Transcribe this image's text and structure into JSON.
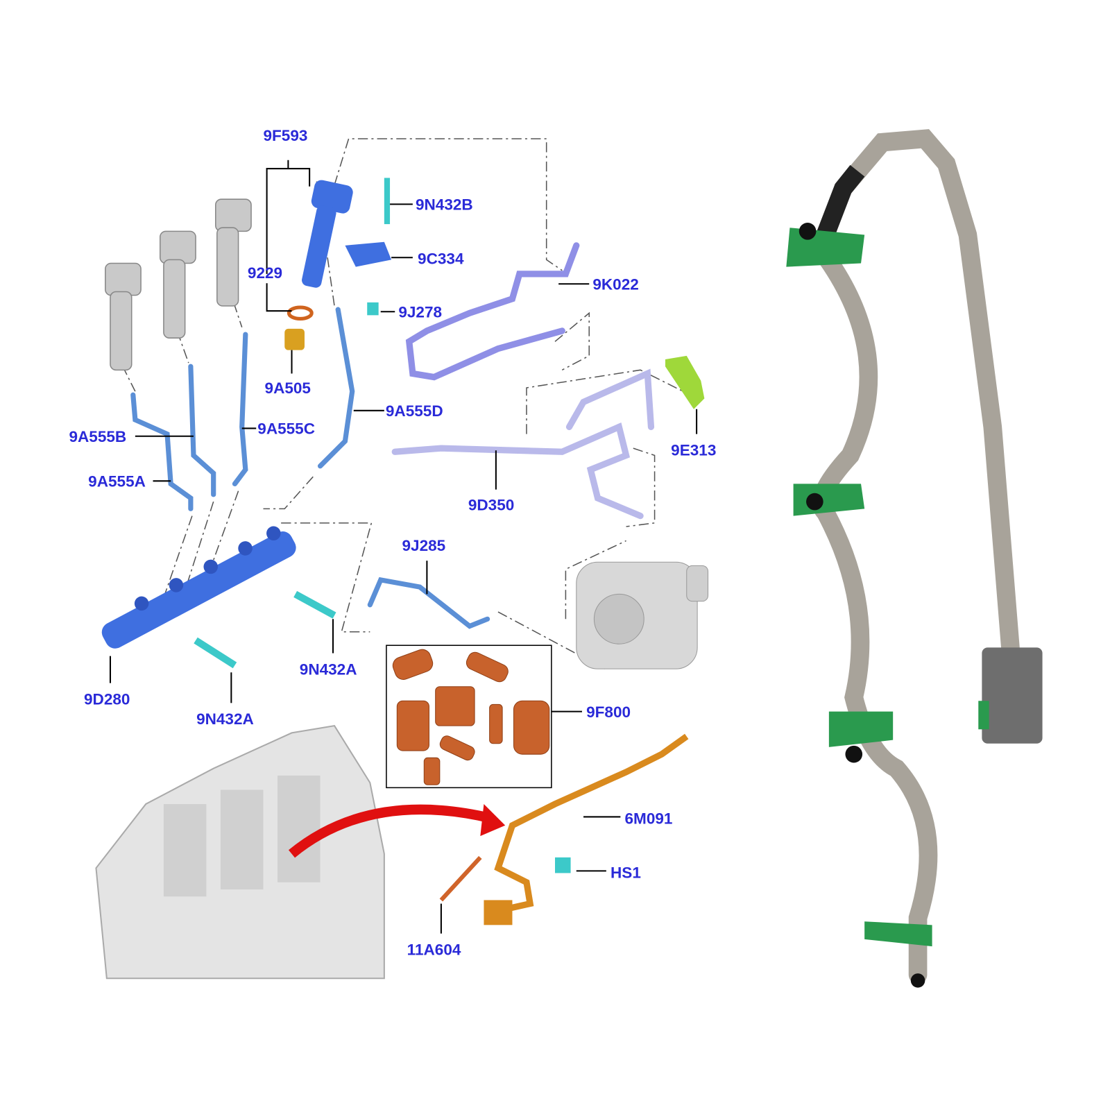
{
  "diagram": {
    "labels": [
      "9F593",
      "9N432B",
      "9C334",
      "9229",
      "9K022",
      "9J278",
      "9A505",
      "9A555D",
      "9A555C",
      "9A555B",
      "9E313",
      "9A555A",
      "9D350",
      "9J285",
      "9N432A",
      "9D280",
      "9N432A",
      "9F800",
      "6M091",
      "HS1",
      "11A604"
    ],
    "colors": {
      "label": "#2a2ad8",
      "rail": "#3f6fe0",
      "return_pipe": "#8f8fe6",
      "harness": "#d98a1e",
      "hose_connector": "#2a9a4e",
      "hose_braid": "#a8a39a"
    },
    "icons": [
      "injector",
      "fuel-rail",
      "fuel-pump",
      "engine-block",
      "wiring-harness",
      "leak-off-hose",
      "red-arrow"
    ]
  }
}
